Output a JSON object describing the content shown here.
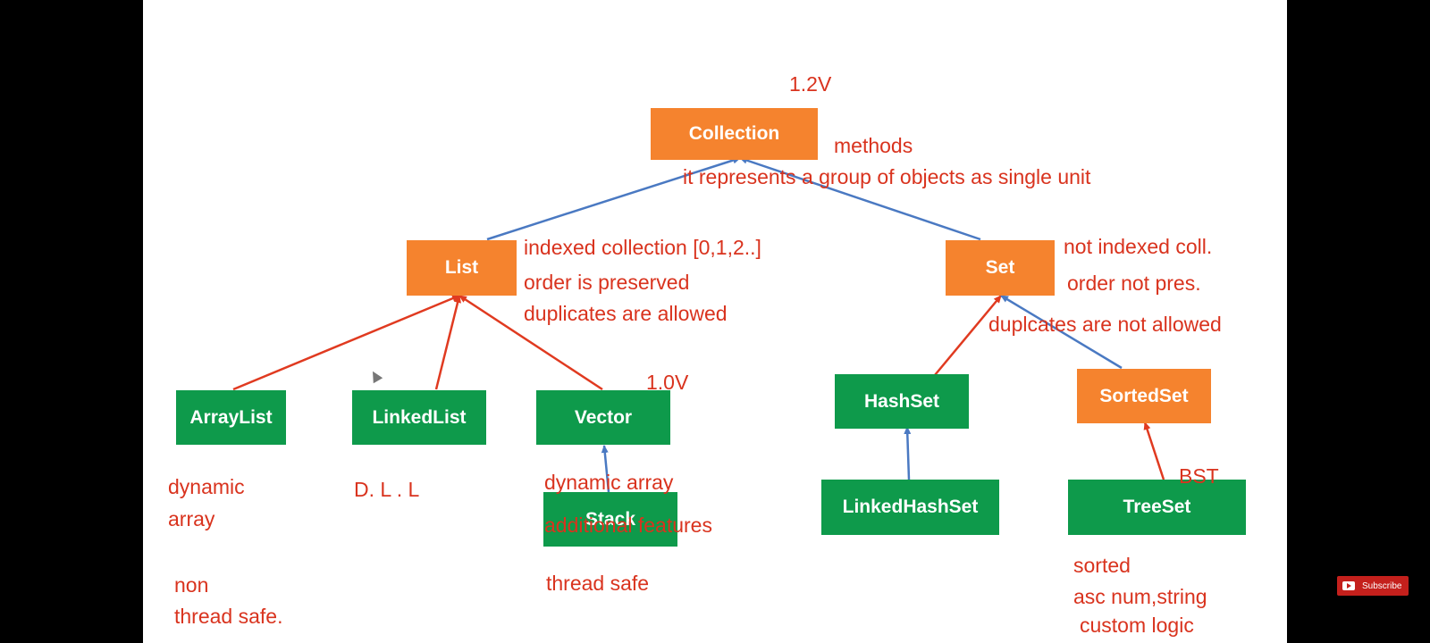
{
  "nodes": {
    "collection": "Collection",
    "list": "List",
    "set": "Set",
    "arraylist": "ArrayList",
    "linkedlist": "LinkedList",
    "vector": "Vector",
    "stack": "Stack",
    "hashset": "HashSet",
    "sortedset": "SortedSet",
    "linkedhashset": "LinkedHashSet",
    "treeset": "TreeSet"
  },
  "notes": {
    "collection_version": "1.2V",
    "collection_methods": "methods",
    "collection_desc": "it represents a group of objects as single unit",
    "list_indexed": "indexed collection [0,1,2..]",
    "list_order": "order is preserved",
    "list_duplicates": "duplicates are allowed",
    "set_indexed": "not indexed coll.",
    "set_order": "order not pres.",
    "set_duplicates": "duplcates are not allowed",
    "vector_version": "1.0V",
    "arraylist_dynamic": "dynamic",
    "arraylist_array": "array",
    "arraylist_non": "non",
    "arraylist_threadsafe": "thread safe.",
    "linkedlist_dll": "D. L . L",
    "vector_dynamic_array": "dynamic array",
    "vector_additional": "additional features",
    "vector_threadsafe": "thread safe",
    "treeset_bst": "BST",
    "treeset_sorted": "sorted",
    "treeset_asc": "asc num,string",
    "treeset_custom": "custom logic"
  },
  "colors": {
    "interface_box": "#F5832E",
    "class_box": "#0E9A4B",
    "interface_edge": "#4A79C2",
    "class_edge": "#E03A20",
    "note_text": "#D9331E"
  },
  "subscribe_label": "Subscribe"
}
